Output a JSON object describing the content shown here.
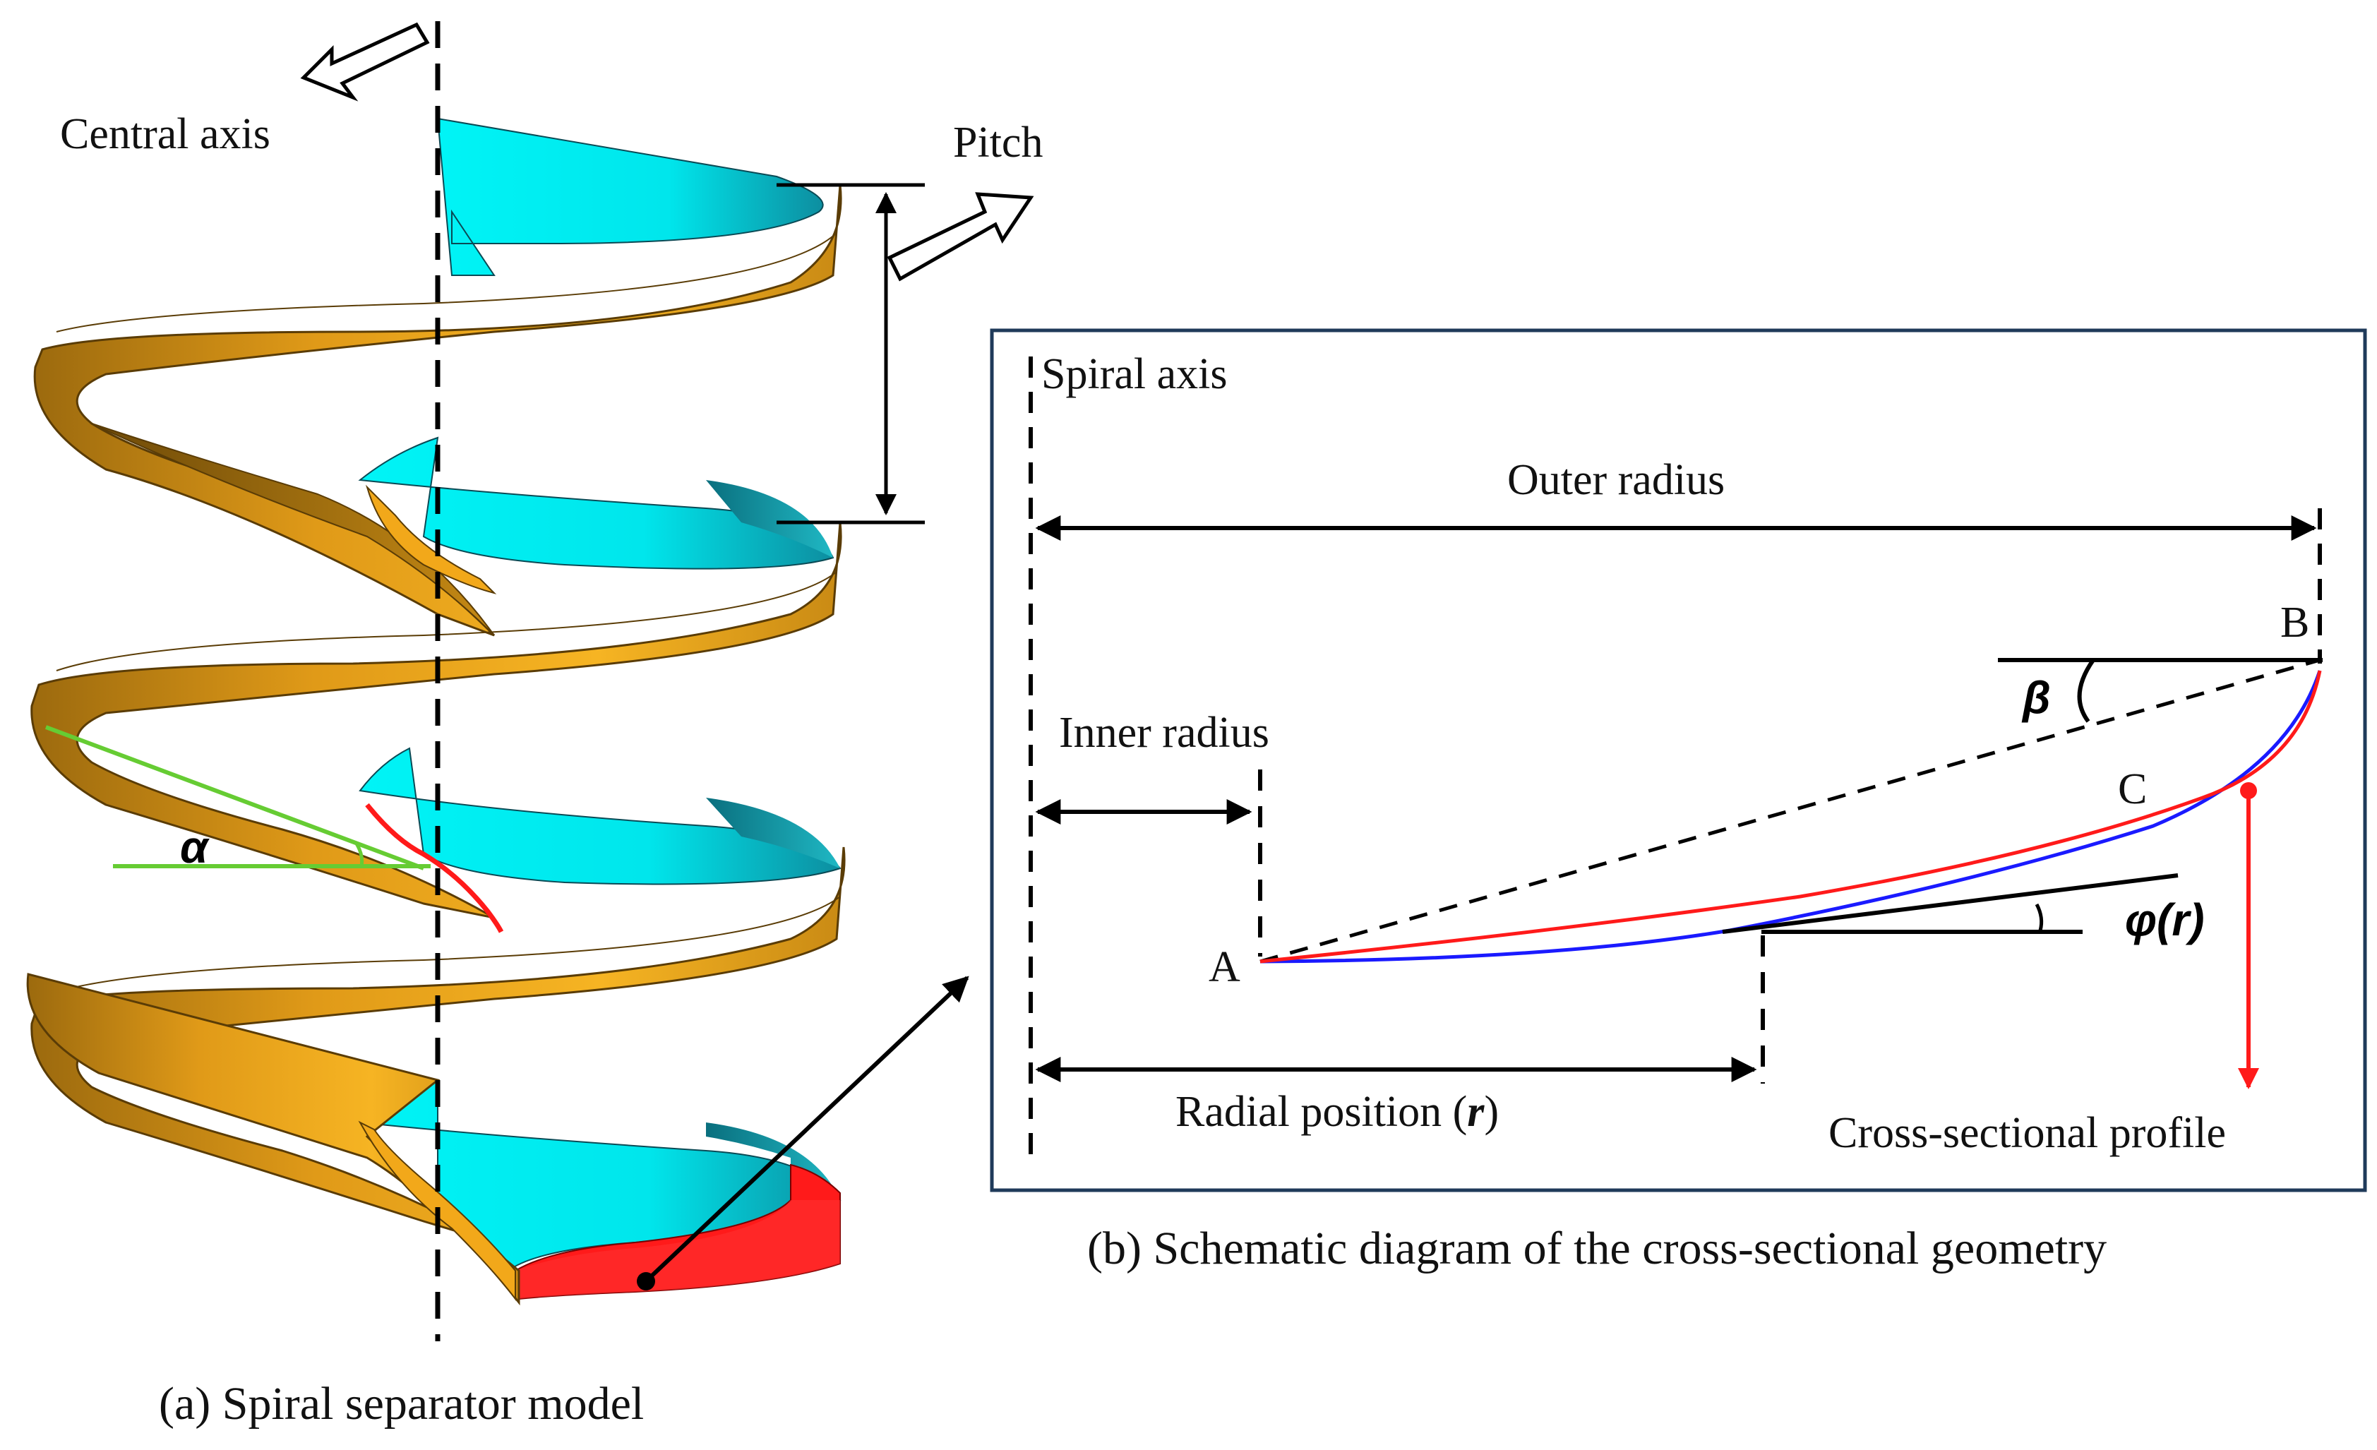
{
  "panel_a": {
    "label_central_axis": "Central axis",
    "label_pitch": "Pitch",
    "symbol_alpha": "α",
    "caption": "(a) Spiral separator model"
  },
  "panel_b": {
    "label_spiral_axis": "Spiral axis",
    "label_outer_radius": "Outer radius",
    "label_inner_radius": "Inner radius",
    "label_radial_position": "Radial position (",
    "symbol_r": "r",
    "label_radial_close": ")",
    "point_a": "A",
    "point_b": "B",
    "point_c": "C",
    "symbol_beta": "β",
    "symbol_phi": "φ(r)",
    "label_cross_section": "Cross-sectional profile",
    "caption": "(b) Schematic diagram of the cross-sectional geometry"
  },
  "colors": {
    "trough_gold": "#F2A81A",
    "trough_dark": "#B07A12",
    "flow_cyan": "#00EEF0",
    "profile_red": "#FF1A1A",
    "profile_blue": "#1A1AFF",
    "angle_green": "#66CC33",
    "frame_navy": "#1F3A5A"
  }
}
